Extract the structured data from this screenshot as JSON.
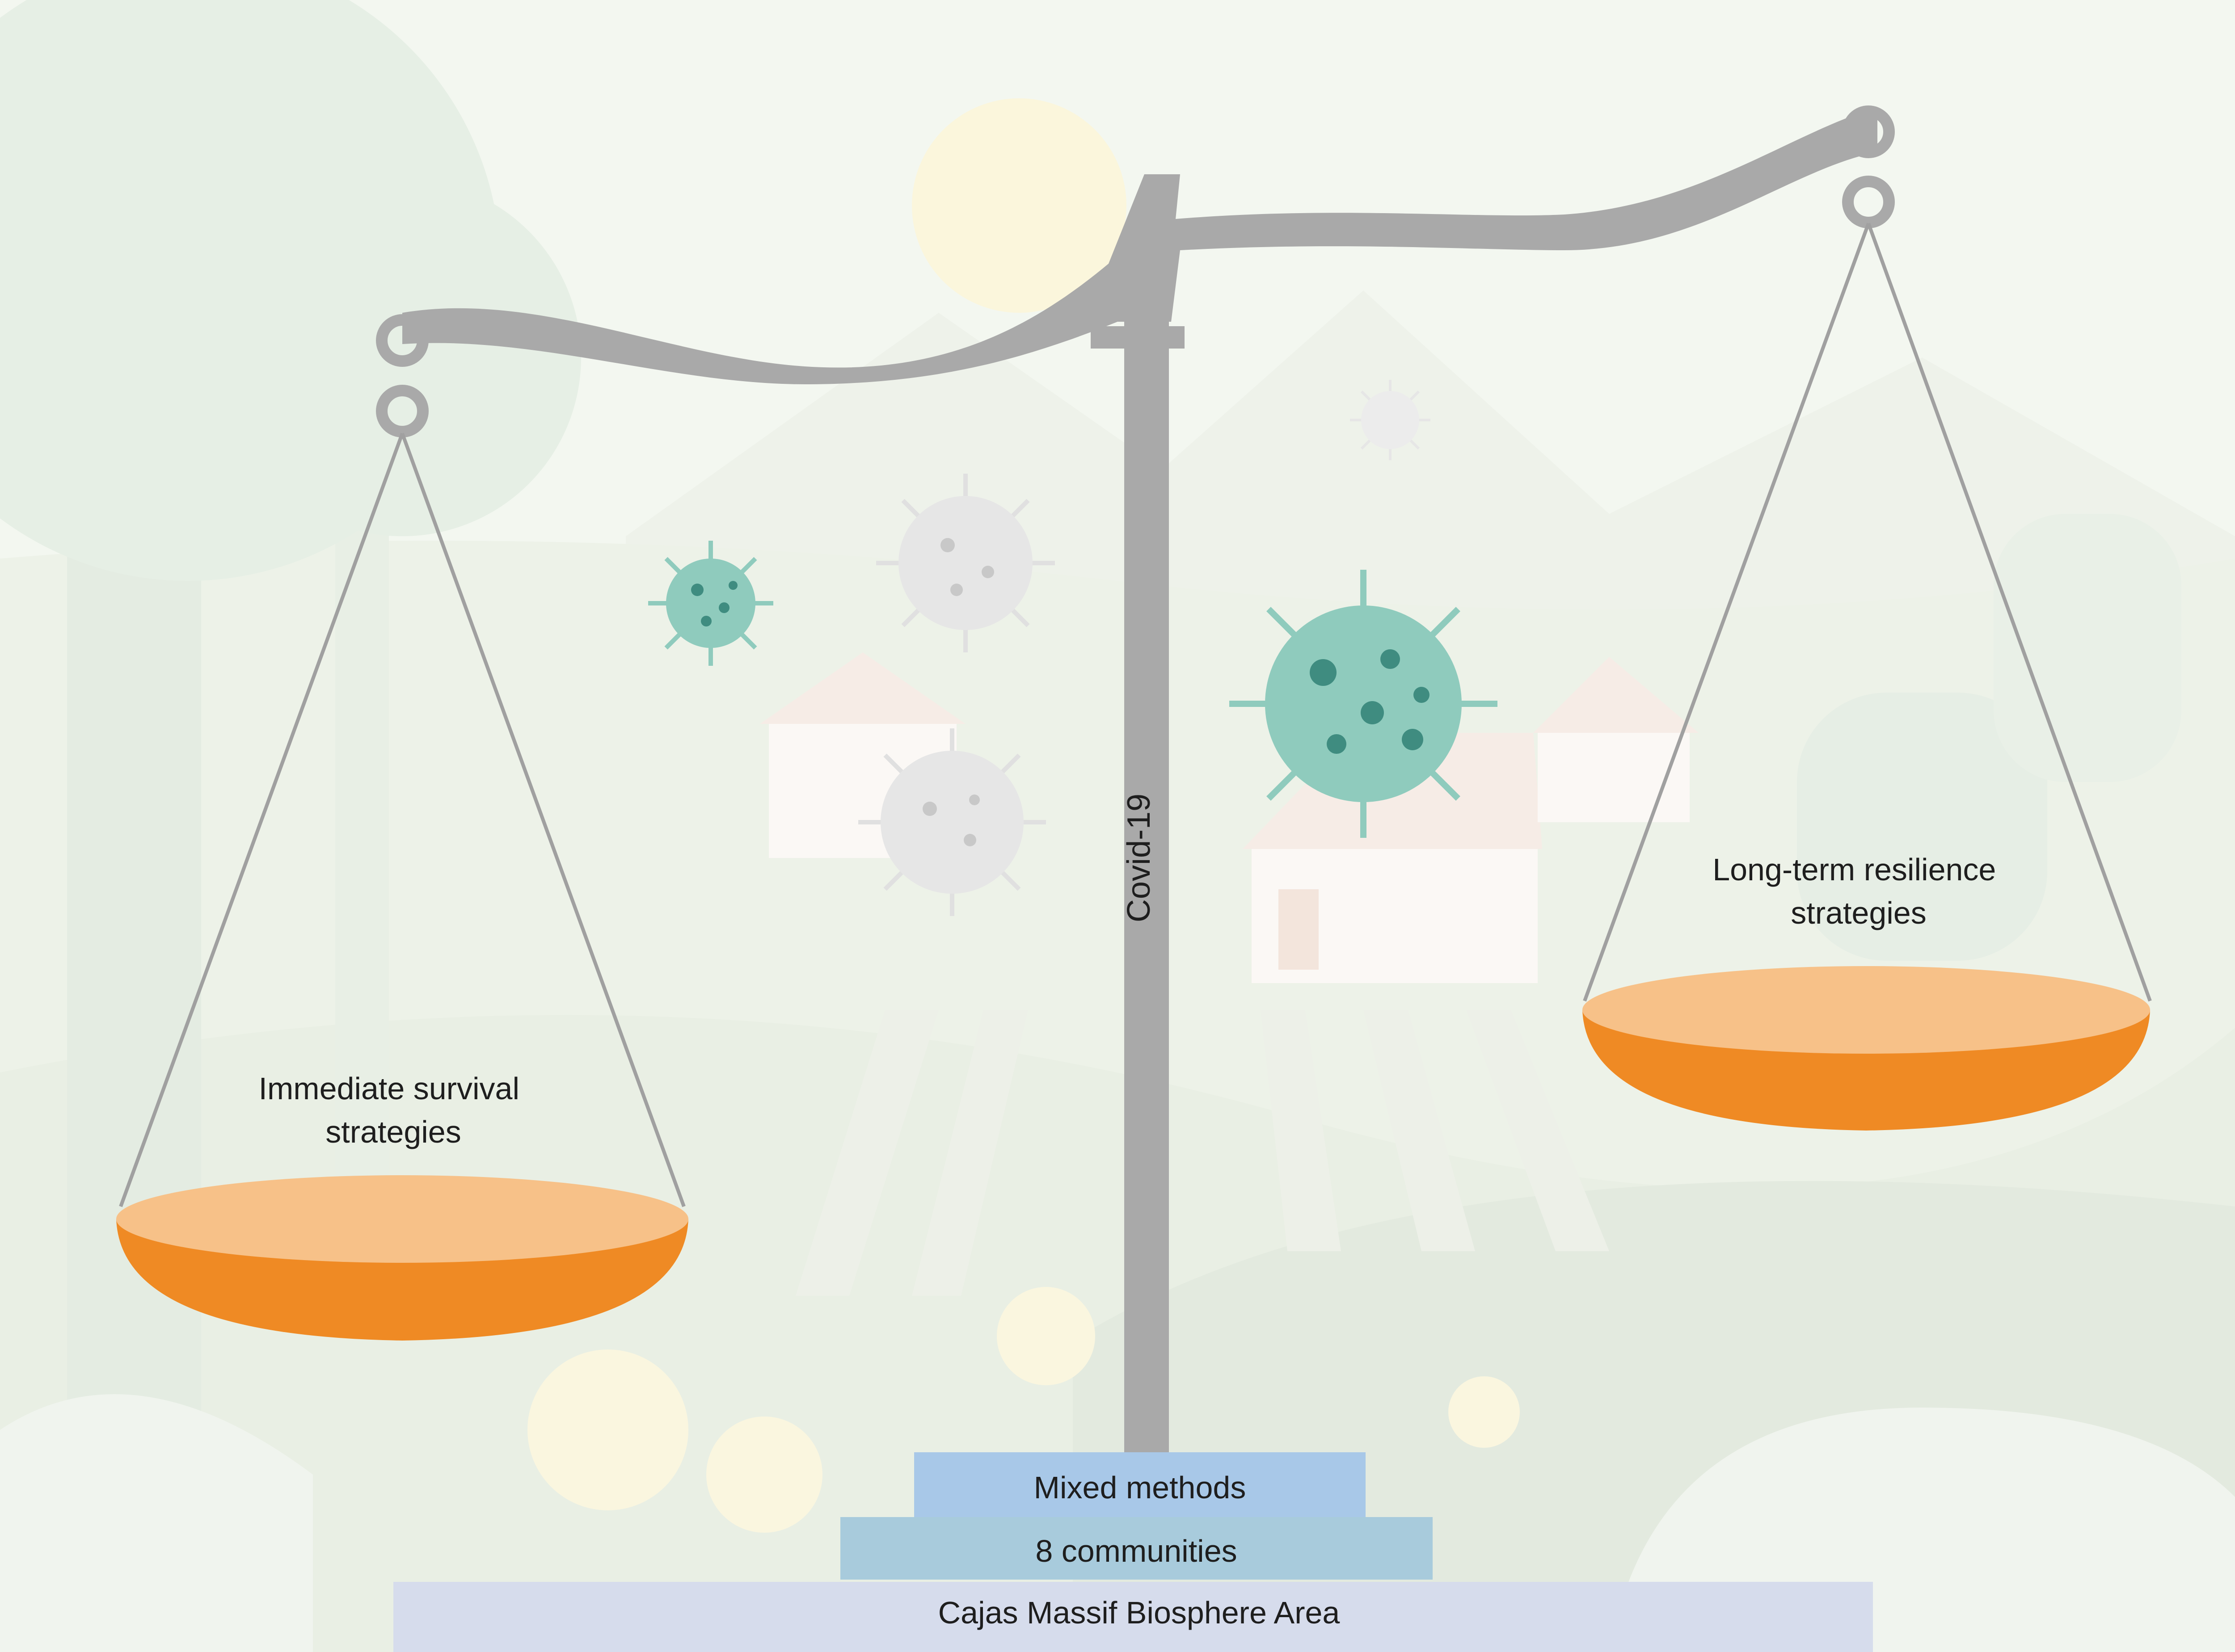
{
  "labels": {
    "left_pan": [
      "Immediate survival",
      "strategies"
    ],
    "right_pan": [
      "Long-term resilience",
      "strategies"
    ],
    "pillar": "Covid-19"
  },
  "base": {
    "top_step": "Mixed methods",
    "middle_step": "8 communities",
    "bottom_step": "Cajas Massif Biosphere Area"
  },
  "colors": {
    "scale_gray": "#a9a9a9",
    "pan_top": "#f7c188",
    "pan_bottom": "#ef8a24",
    "step_top": "#a8c8e8",
    "step_middle": "#a8cbdc",
    "step_bottom": "#d6dcec",
    "virus_teal": "#8fcbbd",
    "virus_gray": "#e6e6e6"
  }
}
